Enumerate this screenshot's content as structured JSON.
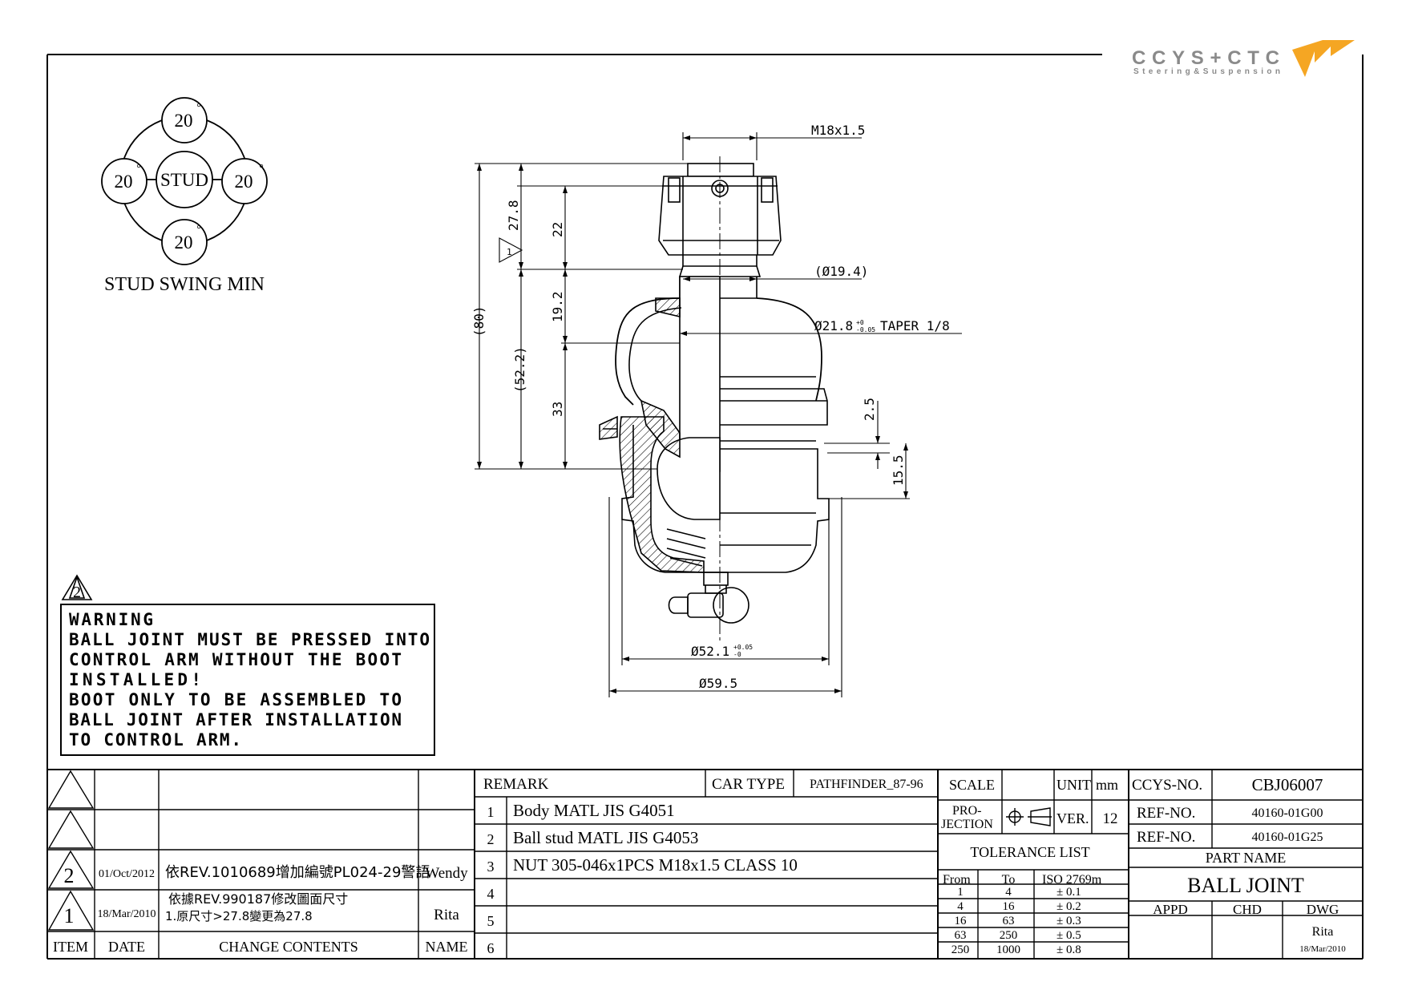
{
  "logo": {
    "brand": "CCYS+CTC",
    "tagline": "Steering&Suspension",
    "accent": "#f5a623",
    "gray": "#8a8a8a"
  },
  "stud_swing": {
    "center": "STUD",
    "top": "20",
    "left": "20",
    "right": "20",
    "bottom": "20",
    "deg": "°",
    "caption": "STUD SWING MIN"
  },
  "dimensions": {
    "thread": "M18x1.5",
    "d27_8": "27.8",
    "d22": "22",
    "d80": "(80)",
    "d19_2": "19.2",
    "d52_2": "(52.2)",
    "d33": "33",
    "dia19_4": "(Ø19.4)",
    "dia21_8": "Ø21.8",
    "dia21_8_tol_up": "+0",
    "dia21_8_tol_dn": "-0.05",
    "taper": "TAPER 1/8",
    "d2_5": "2.5",
    "d15_5": "15.5",
    "dia52_1": "Ø52.1",
    "dia52_1_tol_up": "+0.05",
    "dia52_1_tol_dn": "-0",
    "dia59_5": "Ø59.5",
    "rev_mark": "1"
  },
  "warning": {
    "rev_mark": "2",
    "lines": [
      "WARNING",
      "BALL JOINT MUST BE PRESSED INTO",
      "CONTROL ARM WITHOUT THE BOOT",
      "INSTALLED!",
      "BOOT ONLY TO BE ASSEMBLED TO",
      "BALL JOINT AFTER INSTALLATION",
      "TO CONTROL ARM."
    ]
  },
  "revisions": {
    "rows": [
      {
        "item": "",
        "date": "",
        "change": "",
        "name": ""
      },
      {
        "item": "",
        "date": "",
        "change": "",
        "name": ""
      },
      {
        "item": "2",
        "date": "01/Oct/2012",
        "change": "依REV.1010689增加編號PL024-29警語",
        "name": "Wendy"
      },
      {
        "item": "1",
        "date": "18/Mar/2010",
        "change": "依據REV.990187修改圖面尺寸",
        "change2": "1.原尺寸>27.8變更為27.8",
        "name": "Rita"
      }
    ],
    "headers": {
      "item": "ITEM",
      "date": "DATE",
      "change": "CHANGE CONTENTS",
      "name": "NAME"
    }
  },
  "remarks": {
    "header": "REMARK",
    "car_type_label": "CAR TYPE",
    "car_type": "PATHFINDER_87-96",
    "rows": [
      {
        "no": "1",
        "text": "Body MATL JIS G4051"
      },
      {
        "no": "2",
        "text": "Ball stud MATL JIS G4053"
      },
      {
        "no": "3",
        "text": "NUT 305-046x1PCS M18x1.5 CLASS 10"
      },
      {
        "no": "4",
        "text": ""
      },
      {
        "no": "5",
        "text": ""
      },
      {
        "no": "6",
        "text": ""
      }
    ]
  },
  "specs": {
    "scale_label": "SCALE",
    "unit_label": "UNIT",
    "unit": "mm",
    "projection_label1": "PRO-",
    "projection_label2": "JECTION",
    "ver_label": "VER.",
    "ver": "12",
    "tolerance_title": "TOLERANCE LIST",
    "tol_headers": {
      "from": "From",
      "to": "To",
      "iso": "ISO 2769m"
    },
    "tolerances": [
      {
        "from": "1",
        "to": "4",
        "tol": "± 0.1"
      },
      {
        "from": "4",
        "to": "16",
        "tol": "± 0.2"
      },
      {
        "from": "16",
        "to": "63",
        "tol": "± 0.3"
      },
      {
        "from": "63",
        "to": "250",
        "tol": "± 0.5"
      },
      {
        "from": "250",
        "to": "1000",
        "tol": "± 0.8"
      }
    ]
  },
  "title_block": {
    "ccys_label": "CCYS-NO.",
    "ccys_no": "CBJ06007",
    "ref_label": "REF-NO.",
    "ref1": "40160-01G00",
    "ref2": "40160-01G25",
    "part_name_label": "PART NAME",
    "part_name": "BALL JOINT",
    "appd": "APPD",
    "chd": "CHD",
    "dwg": "DWG",
    "dwg_name": "Rita",
    "dwg_date": "18/Mar/2010"
  }
}
